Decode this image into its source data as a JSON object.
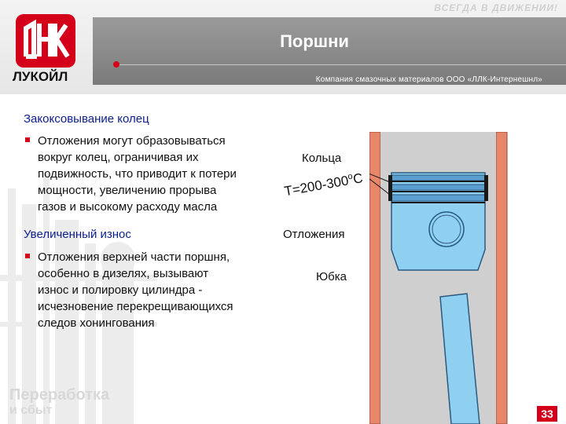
{
  "header": {
    "slogan": "ВСЕГДА В ДВИЖЕНИИ!",
    "title": "Поршни",
    "company": "Компания смазочных материалов ООО «ЛЛК-Интернешнл»",
    "logo_text": "ЛУКОЙЛ",
    "logo_mark": "ЛК"
  },
  "sections": [
    {
      "heading": "Закоксовывание колец",
      "lines": [
        "Отложения могут образовываться",
        "вокруг колец, ограничивая их",
        "подвижность, что приводит к потери",
        "мощности, увеличению прорыва",
        "газов и высокому расходу масла"
      ]
    },
    {
      "heading": "Увеличенный износ",
      "lines": [
        "Отложения верхней части поршня,",
        "особенно в дизелях, вызывают",
        "износ и полировку цилиндра -",
        "исчезновение перекрещивающихся",
        "следов хонингования"
      ]
    }
  ],
  "diagram": {
    "rings_label": "Кольца",
    "temp_label": "Т=200-300",
    "temp_unit_sup": "o",
    "temp_unit": "С",
    "deposits_label": "Отложения",
    "skirt_label": "Юбка"
  },
  "footer": {
    "line1": "Переработка",
    "line2": "и сбыт",
    "page_number": "33"
  },
  "colors": {
    "brand_red": "#d4001a",
    "heading_blue": "#0b1e8a",
    "piston_blue": "#8fd0f0",
    "cylinder_wall": "#e8866a"
  }
}
